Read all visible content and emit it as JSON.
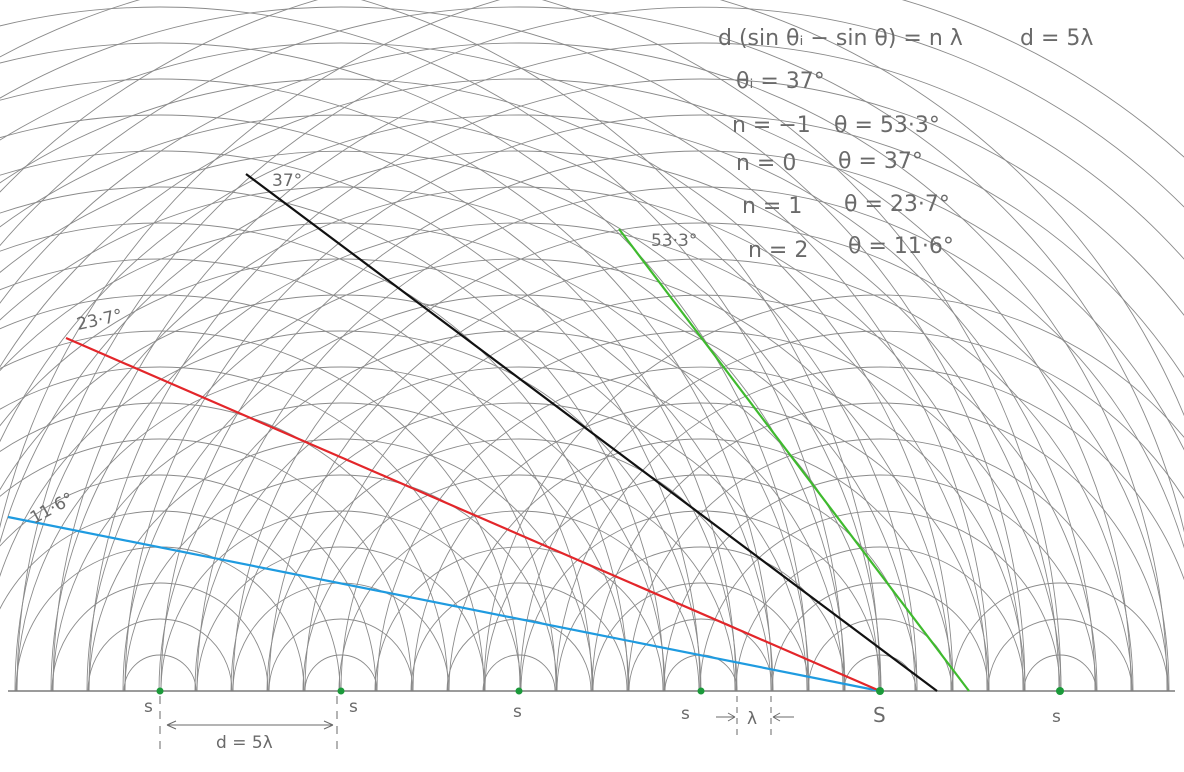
{
  "equation": {
    "main": "d (sin θᵢ − sin θ) = n λ",
    "spacing": "d = 5λ",
    "incident": "θᵢ = 37°",
    "orders": [
      {
        "n": "n = −1",
        "theta": "θ = 53·3°"
      },
      {
        "n": "n = 0",
        "theta": "θ = 37°"
      },
      {
        "n": "n = 1",
        "theta": "θ = 23·7°"
      },
      {
        "n": "n = 2",
        "theta": "θ = 11·6°"
      }
    ]
  },
  "rays": [
    {
      "label": "11·6°",
      "color": "#1f9be0"
    },
    {
      "label": "23·7°",
      "color": "#e3262a"
    },
    {
      "label": "37°",
      "color": "#111111"
    },
    {
      "label": "53·3°",
      "color": "#3fba2e"
    }
  ],
  "sources": [
    "s",
    "s",
    "s",
    "s",
    "S",
    "s"
  ],
  "spacing_marker": "d = 5λ",
  "lambda_marker": "λ",
  "colors": {
    "arcs": "#8a8a8a",
    "baseline": "#7a7a7a",
    "source_dot": "#1b9a3a",
    "text": "#6a6a6a"
  }
}
